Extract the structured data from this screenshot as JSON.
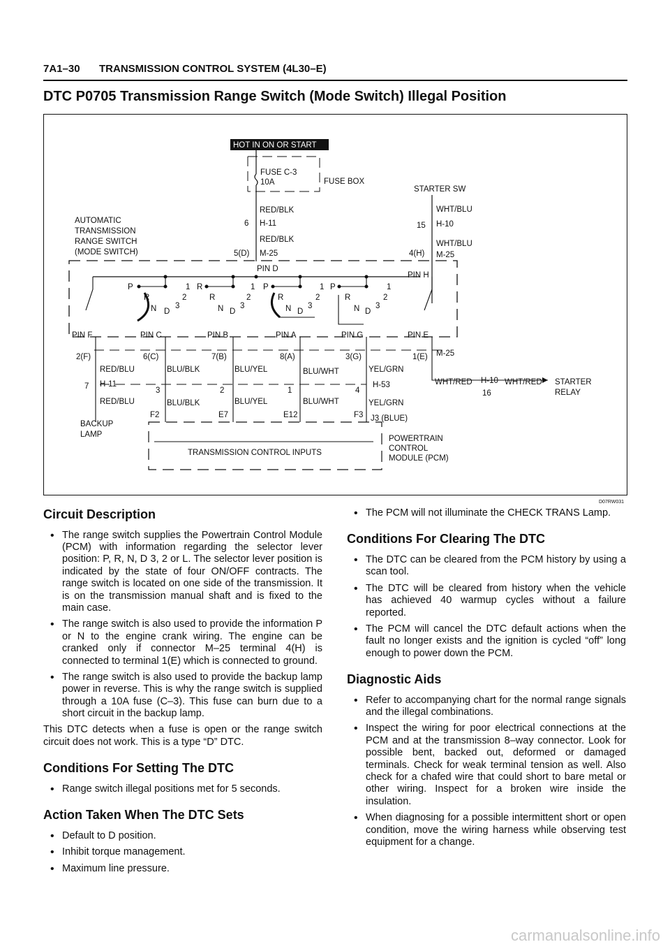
{
  "header": {
    "page_number": "7A1–30",
    "section": "TRANSMISSION CONTROL SYSTEM (4L30–E)"
  },
  "title": "DTC P0705 Transmission Range Switch (Mode Switch) Illegal Position",
  "diagram": {
    "figure_id": "D07RW031",
    "hot_label": "HOT IN ON OR START",
    "fuse_label_1": "FUSE C-3",
    "fuse_label_2": "10A",
    "fuse_box": "FUSE BOX",
    "starter_sw": "STARTER SW",
    "wire_red_blk": "RED/BLK",
    "wire_wht_blu": "WHT/BLU",
    "conn_h11": "H-11",
    "conn_h10": "H-10",
    "conn_m25": "M-25",
    "conn_h53": "H-53",
    "num_6": "6",
    "num_15": "15",
    "num_16": "16",
    "num_7": "7",
    "term_5d": "5(D)",
    "term_4h": "4(H)",
    "term_2f": "2(F)",
    "term_6c": "6(C)",
    "term_7b": "7(B)",
    "term_8a": "8(A)",
    "term_3g": "3(G)",
    "term_1e": "1(E)",
    "switch_name": [
      "AUTOMATIC",
      "TRANSMISSION",
      "RANGE SWITCH",
      "(MODE SWITCH)"
    ],
    "pin_d": "PIN D",
    "pin_h": "PIN H",
    "pin_f": "PIN F",
    "pin_c": "PIN C",
    "pin_b": "PIN B",
    "pin_a": "PIN A",
    "pin_g": "PIN G",
    "pin_e": "PIN E",
    "gear_p": "P",
    "gear_r": "R",
    "gear_n": "N",
    "gear_d": "D",
    "gear_3": "3",
    "gear_2": "2",
    "gear_1": "1",
    "wire_red_blu": "RED/BLU",
    "wire_blu_blk": "BLU/BLK",
    "wire_blu_yel": "BLU/YEL",
    "wire_blu_wht": "BLU/WHT",
    "wire_yel_grn": "YEL/GRN",
    "wire_wht_red": "WHT/RED",
    "num_3": "3",
    "num_2": "2",
    "num_1": "1",
    "num_4": "4",
    "pcm_f2": "F2",
    "pcm_e7": "E7",
    "pcm_e12": "E12",
    "pcm_f3": "F3",
    "j3": "J3 (BLUE)",
    "backup_lamp": [
      "BACKUP",
      "LAMP"
    ],
    "starter_relay": [
      "STARTER",
      "RELAY"
    ],
    "tci": "TRANSMISSION CONTROL INPUTS",
    "pcm": [
      "POWERTRAIN",
      "CONTROL",
      "MODULE (PCM)"
    ]
  },
  "left": {
    "circuit_heading": "Circuit Description",
    "circuit_items": [
      "The range switch supplies the Powertrain Control Module (PCM) with information regarding the selector lever position: P, R, N, D 3, 2 or L.  The selector lever position is indicated by the state of four ON/OFF contracts.  The range switch is located on one side of the transmission.  It is on the transmission manual shaft and is fixed to the main case.",
      "The range switch is also used to provide the information P or N to the engine crank wiring. The engine can be cranked only if connector M–25 terminal 4(H) is connected to terminal 1(E) which is connected to ground.",
      "The range switch is also used to provide the backup lamp power in reverse.  This is why the range switch is supplied through a 10A fuse (C–3).  This fuse can burn due to a short circuit in the backup lamp."
    ],
    "circuit_note": "This DTC detects when a fuse is open or the range switch circuit does not work.  This is a type “D” DTC.",
    "setting_heading": "Conditions For Setting The DTC",
    "setting_items": [
      "Range switch illegal positions met for 5 seconds."
    ],
    "action_heading": "Action Taken When The DTC Sets",
    "action_items": [
      "Default to D position.",
      "Inhibit torque management.",
      "Maximum line pressure."
    ]
  },
  "right": {
    "action_cont": [
      "The PCM will not illuminate the CHECK TRANS Lamp."
    ],
    "clearing_heading": "Conditions For Clearing The DTC",
    "clearing_items": [
      "The DTC can be cleared from the PCM history by using a scan tool.",
      "The DTC will be cleared from history when the vehicle has achieved 40 warmup cycles without a failure reported.",
      "The PCM will cancel the DTC default actions when the fault no longer exists and the ignition is cycled “off” long enough to power down the PCM."
    ],
    "aids_heading": "Diagnostic Aids",
    "aids_items": [
      "Refer to accompanying chart for the normal range signals and the illegal combinations.",
      "Inspect the wiring for poor electrical connections at the PCM and at the transmission 8–way connector. Look for possible bent, backed out, deformed or damaged terminals.  Check for weak terminal tension as well.  Also check for a chafed wire that could short to bare metal or other wiring.  Inspect for a broken wire inside the insulation.",
      "When diagnosing for a possible intermittent short or open condition, move the wiring harness while observing test equipment for a change."
    ]
  },
  "watermark": "carmanualsonline.info"
}
